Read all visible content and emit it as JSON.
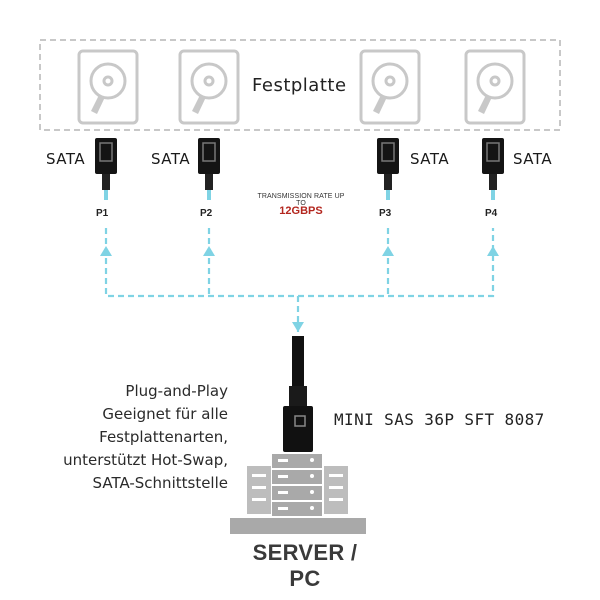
{
  "drive_group": {
    "title": "Festplatte",
    "drive_count": 4
  },
  "ports": [
    {
      "sata_label": "SATA",
      "port_label": "P1"
    },
    {
      "sata_label": "SATA",
      "port_label": "P2"
    },
    {
      "sata_label": "SATA",
      "port_label": "P3"
    },
    {
      "sata_label": "SATA",
      "port_label": "P4"
    }
  ],
  "transmission": {
    "caption": "TRANSMISSION RATE UP TO",
    "value": "12GBPS"
  },
  "connector": {
    "label": "MINI SAS 36P SFT 8087"
  },
  "features": [
    "Plug-and-Play",
    "Geeignet für alle",
    "Festplattenarten,",
    "unterstützt Hot-Swap,",
    "SATA-Schnittstelle"
  ],
  "server": {
    "label": "SERVER / PC"
  },
  "colors": {
    "dash_line": "#7fd3e4",
    "rate_value": "#b3261e",
    "drive_icon": "#c8c8c8",
    "server_icon": "#a9a9a9",
    "box_border": "#b5b5b5"
  }
}
